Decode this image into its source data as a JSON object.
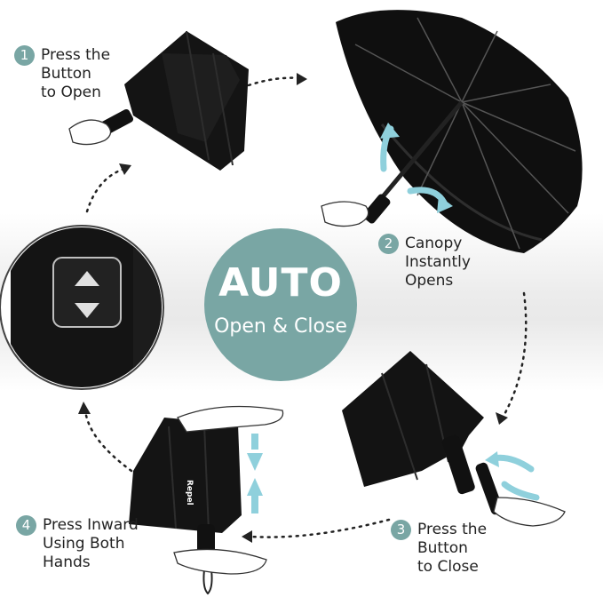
{
  "center": {
    "title": "AUTO",
    "subtitle": "Open & Close"
  },
  "steps": [
    {
      "number": "1",
      "lines": [
        "Press the",
        "Button",
        "to Open"
      ]
    },
    {
      "number": "2",
      "lines": [
        "Canopy",
        "Instantly",
        "Opens"
      ]
    },
    {
      "number": "3",
      "lines": [
        "Press the",
        "Button",
        "to Close"
      ]
    },
    {
      "number": "4",
      "lines": [
        "Press Inward",
        "Using Both",
        "Hands"
      ]
    }
  ],
  "brand_mark": "Repel",
  "colors": {
    "accent": "#79a6a4",
    "arrow_blue": "#8fd0dc",
    "canopy": "#111111"
  }
}
